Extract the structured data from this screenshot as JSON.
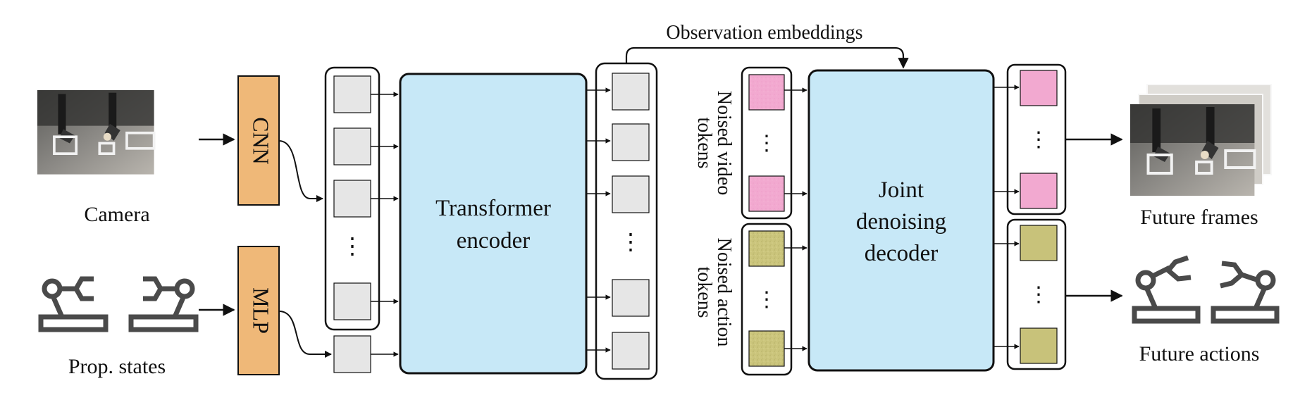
{
  "labels": {
    "camera": "Camera",
    "prop_states": "Prop. states",
    "cnn": "CNN",
    "mlp": "MLP",
    "transformer_encoder_line1": "Transformer",
    "transformer_encoder_line2": "encoder",
    "observation_embeddings": "Observation embeddings",
    "noised_video_tokens_line1": "Noised video",
    "noised_video_tokens_line2": "tokens",
    "noised_action_tokens_line1": "Noised action",
    "noised_action_tokens_line2": "tokens",
    "decoder_line1": "Joint",
    "decoder_line2": "denoising",
    "decoder_line3": "decoder",
    "future_frames": "Future frames",
    "future_actions": "Future actions",
    "ellipsis": "⋮"
  },
  "colors": {
    "mlp_orange": "#efb878",
    "transformer_blue": "#c7e8f7",
    "token_gray": "#e6e6e6",
    "video_pink": "#f2a9d0",
    "action_olive": "#c8c27a",
    "stroke": "#111111",
    "robot_gray": "#4a4a4a"
  },
  "icons": {
    "camera_image": "robot-workspace-photo-icon",
    "future_frames_image": "stacked-video-frames-icon",
    "robot_arm": "robot-arm-icon"
  }
}
